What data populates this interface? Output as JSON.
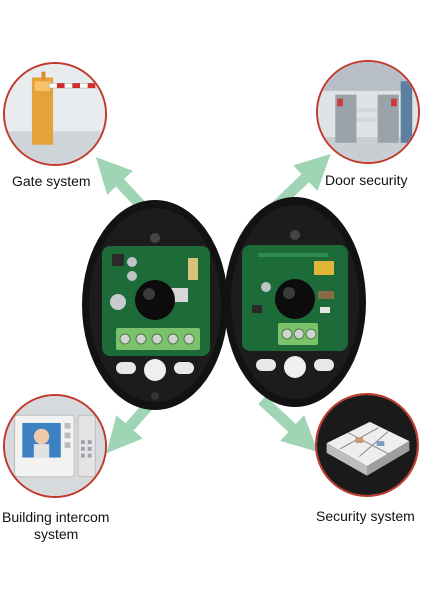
{
  "applications": [
    {
      "id": "gate",
      "label": "Gate system",
      "icon": "barrier-gate-icon"
    },
    {
      "id": "door",
      "label": "Door security",
      "icon": "turnstile-icon"
    },
    {
      "id": "intercom",
      "label_line1": "Building intercom",
      "label_line2": "system",
      "icon": "intercom-panel-icon"
    },
    {
      "id": "security",
      "label": "Security system",
      "icon": "floor-plan-icon"
    }
  ],
  "colors": {
    "circle_border": "#c0392b",
    "arrow": "#9fd4b4",
    "sensor_body": "#121212",
    "pcb": "#1e6b3a",
    "terminal": "#7cc26a"
  },
  "sensors": [
    {
      "id": "transmitter",
      "terminal_count": 5
    },
    {
      "id": "receiver",
      "terminal_count": 3
    }
  ]
}
